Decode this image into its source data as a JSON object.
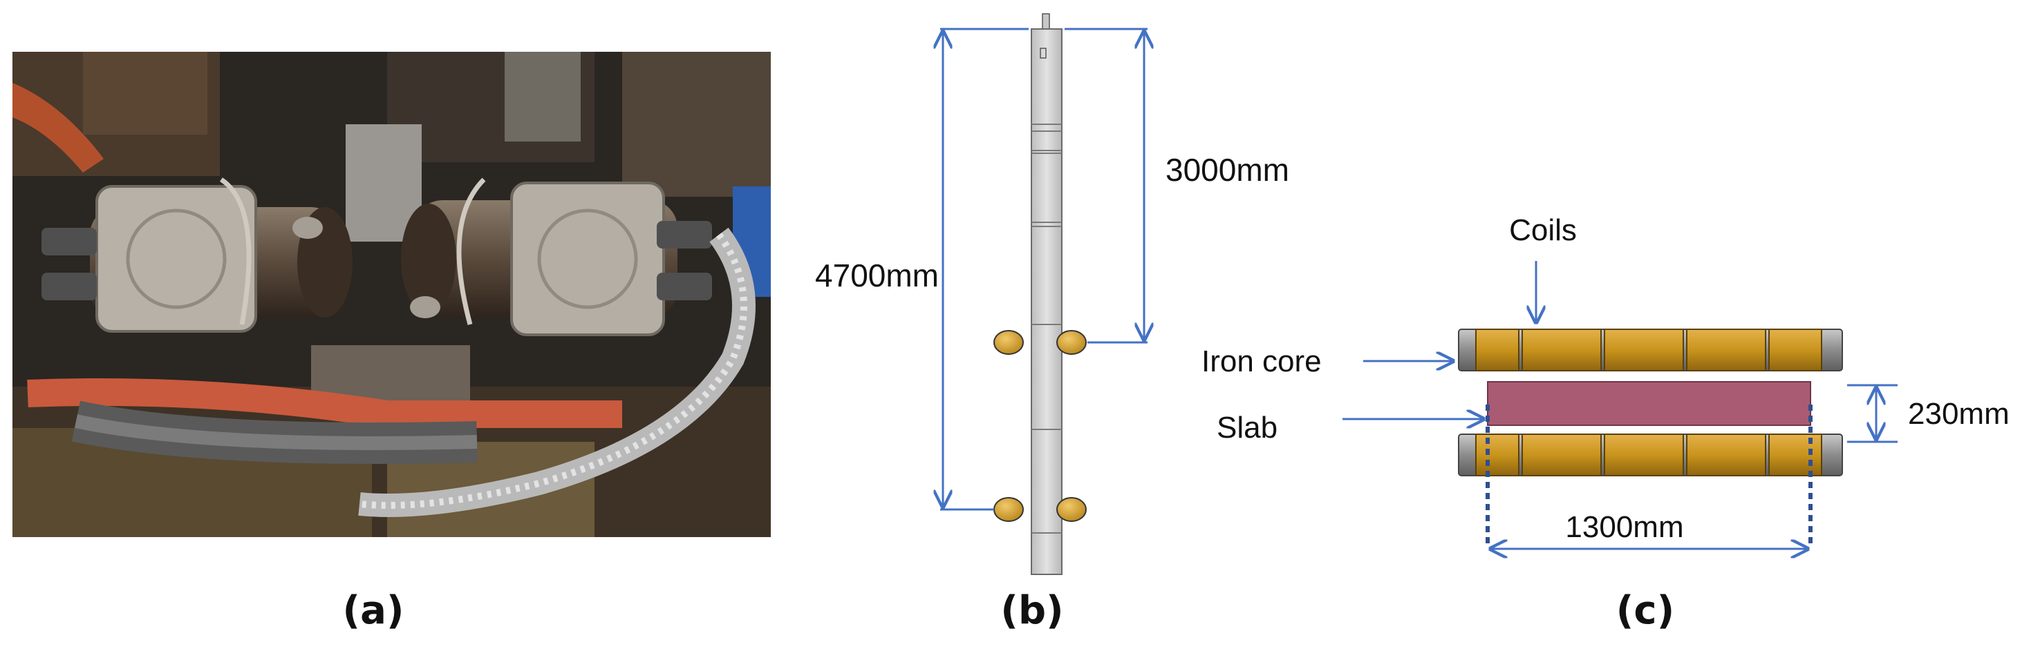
{
  "panels": {
    "a": {
      "caption": "(a)"
    },
    "b": {
      "caption": "(b)",
      "dim_total": "4700mm",
      "dim_upper": "3000mm"
    },
    "c": {
      "caption": "(c)",
      "label_coils": "Coils",
      "label_iron_core": "Iron core",
      "label_slab": "Slab",
      "dim_gap": "230mm",
      "dim_width": "1300mm"
    }
  },
  "colors": {
    "dimension_line": "#4472C4",
    "coil": "#C9941C",
    "slab": "#A95B74",
    "iron_core": "#8C8C8C",
    "strand": "#D4D4D4"
  }
}
